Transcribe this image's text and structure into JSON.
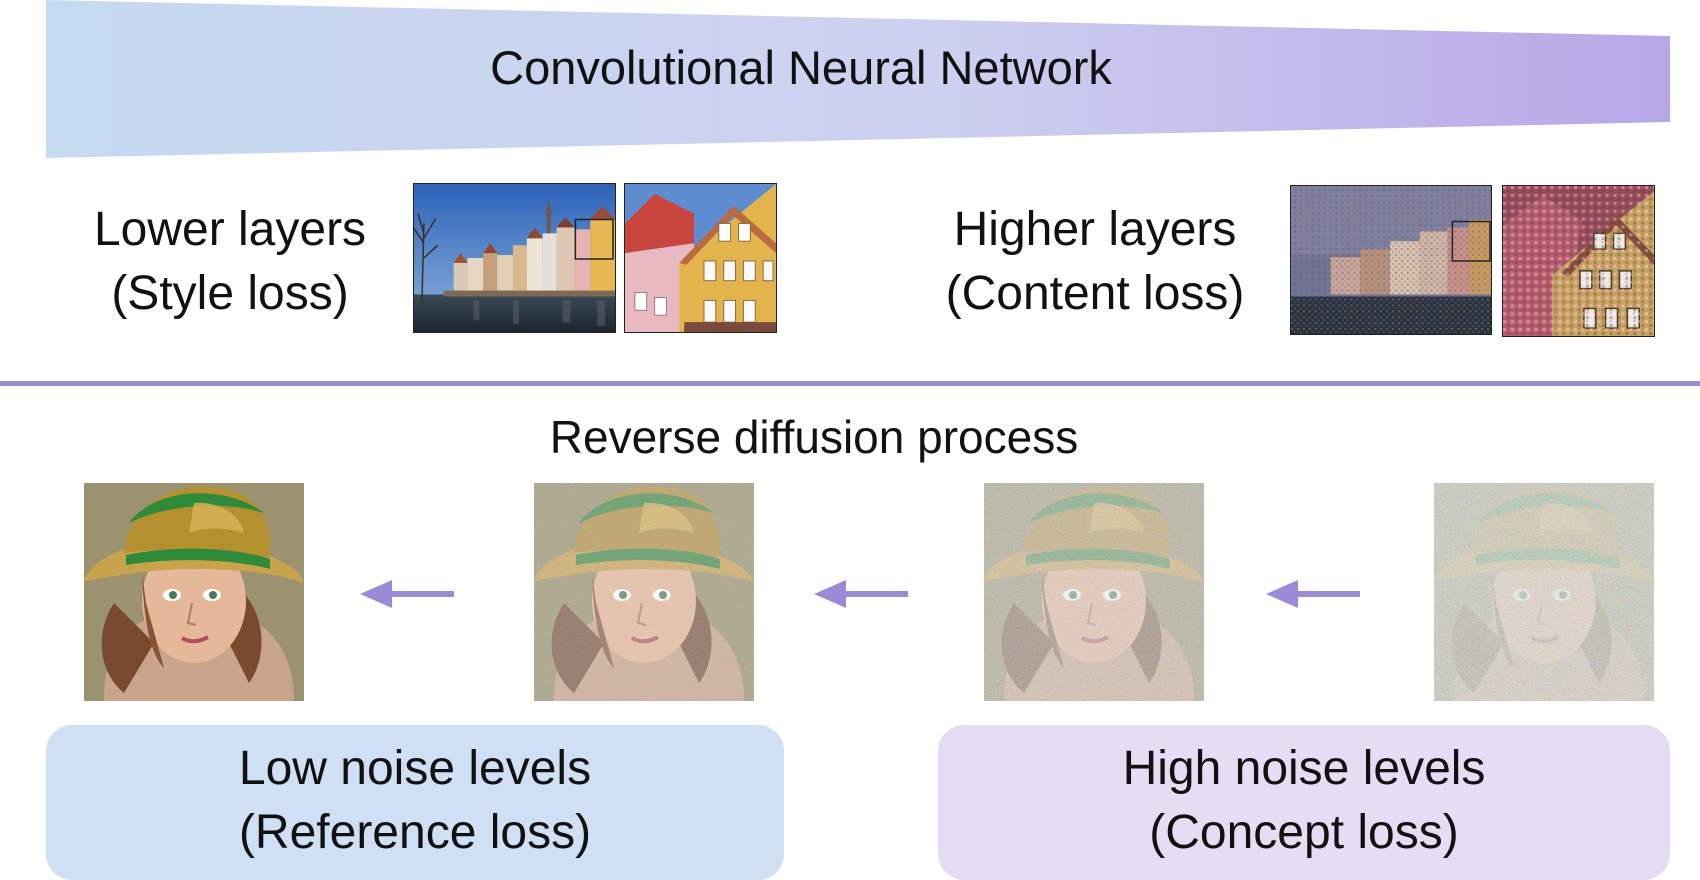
{
  "cnn": {
    "title": "Convolutional Neural Network",
    "colors": {
      "start": "#c6daf1",
      "end": "#b7a7e7"
    }
  },
  "lower_layers": {
    "line1": "Lower layers",
    "line2": "(Style loss)",
    "images": [
      "townscape-photo",
      "townscape-zoom-crop"
    ]
  },
  "higher_layers": {
    "line1": "Higher layers",
    "line2": "(Content loss)",
    "images": [
      "townscape-reconstruction",
      "townscape-reconstruction-zoom-crop"
    ]
  },
  "divider_color": "#9b8ad6",
  "diffusion": {
    "title": "Reverse diffusion process",
    "arrow_color": "#9b8ad6",
    "stages": [
      "clean-portrait",
      "low-noise-portrait",
      "medium-noise-portrait",
      "high-noise-portrait"
    ]
  },
  "low_noise": {
    "line1": "Low noise levels",
    "line2": "(Reference loss)",
    "color": "#cfdff4"
  },
  "high_noise": {
    "line1": "High noise levels",
    "line2": "(Concept loss)",
    "color": "#e4ddf3"
  }
}
